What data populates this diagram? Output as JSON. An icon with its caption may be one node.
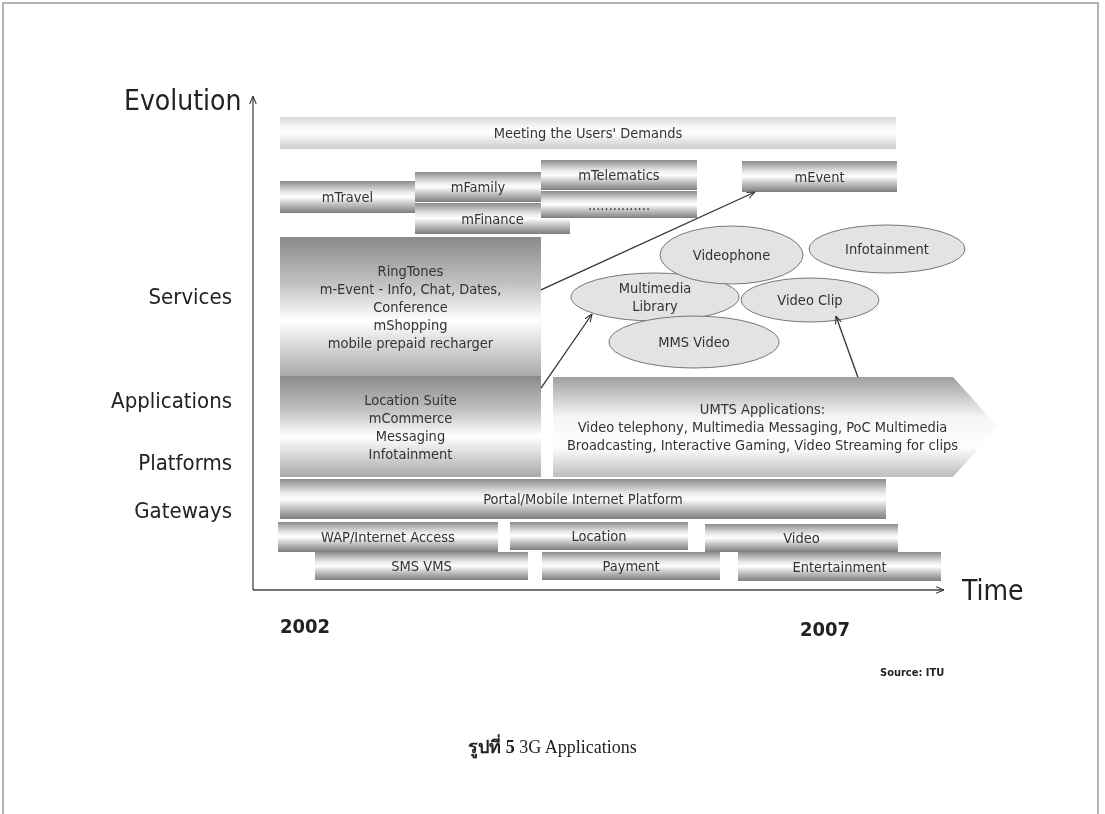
{
  "diagram": {
    "caption": "**รูปที่ 5** 3G Applications",
    "nodes": [
      {
        "text": [
          "Meeting the Users' Demands"
        ]
      },
      {
        "text": [
          "mTravel"
        ]
      },
      {
        "text": [
          "mFamily"
        ]
      },
      {
        "text": [
          "mFinance"
        ]
      },
      {
        "text": [
          "mTelematics"
        ]
      },
      {
        "text": [
          "..............."
        ]
      },
      {
        "text": [
          "mEvent"
        ]
      },
      {
        "text": [
          "RingTones",
          "m-Event - Info, Chat, Dates, Conference",
          "mShopping",
          "mobile prepaid recharger"
        ]
      },
      {
        "text": [
          "Location Suite",
          "mCommerce",
          "Messaging",
          "Infotainment"
        ]
      },
      {
        "text": [
          "UMTS Applications:",
          "Video telephony, Multimedia Messaging, PoC Multimedia Broadcasting, Interactive Gaming, Video Streaming for clips"
        ]
      },
      {
        "text": [
          "Videophone"
        ]
      },
      {
        "text": [
          "Infotainment"
        ]
      },
      {
        "text": [
          "Multimedia Library"
        ]
      },
      {
        "text": [
          "Video Clip"
        ]
      },
      {
        "text": [
          "MMS Video"
        ]
      },
      {
        "text": [
          "Portal/Mobile Internet Platform"
        ]
      },
      {
        "text": [
          "WAP/Internet Access"
        ]
      },
      {
        "text": [
          "Location"
        ]
      },
      {
        "text": [
          "Video"
        ]
      },
      {
        "text": [
          "SMS VMS"
        ]
      },
      {
        "text": [
          "Payment"
        ]
      },
      {
        "text": [
          "Entertainment"
        ]
      }
    ],
    "edges": [
      {
        "from": 7,
        "to": 6,
        "arrow": "to"
      },
      {
        "from": 8,
        "to": 12,
        "arrow": "to"
      },
      {
        "from": 9,
        "to": 13,
        "arrow": "to"
      }
    ],
    "labels": [
      "Evolution",
      "Services",
      "Applications",
      "Platforms",
      "Gateways",
      "Time",
      "2002",
      "2007",
      "Source: ITU"
    ]
  }
}
